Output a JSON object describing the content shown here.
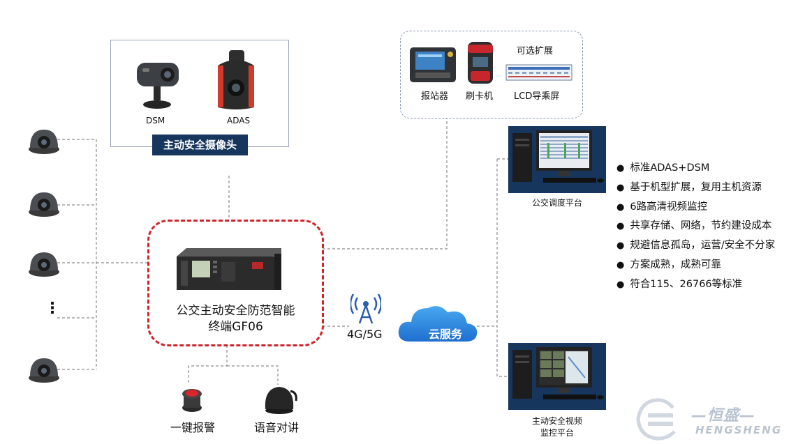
{
  "camera_group": {
    "title": "主动安全摄像头",
    "dsm_label": "DSM",
    "adas_label": "ADAS"
  },
  "optional": {
    "title": "可选扩展",
    "station_label": "报站器",
    "card_label": "刷卡机",
    "lcd_label": "LCD导乘屏"
  },
  "terminal": {
    "line1": "公交主动安全防范智能",
    "line2": "终端GF06"
  },
  "network": {
    "signal_label": "4G/5G",
    "cloud_label": "云服务"
  },
  "platforms": {
    "dispatch": "公交调度平台",
    "video_line1": "主动安全视频",
    "video_line2": "监控平台"
  },
  "features": [
    "标准ADAS+DSM",
    "基于机型扩展，复用主机资源",
    "6路高清视频监控",
    "共享存储、网络，节约建设成本",
    "规避信息孤岛，运营/安全不分家",
    "方案成熟，成熟可靠",
    "符合115、26766等标准"
  ],
  "peripherals": {
    "alarm_label": "一键报警",
    "intercom_label": "语音对讲"
  },
  "ellipsis": "⋮",
  "watermark": {
    "chinese": "—恒盛—",
    "english": "HENGSHENG"
  },
  "colors": {
    "navy": "#17365d",
    "red_dash": "#d2232a",
    "cloud": "#2a8be0",
    "line": "#8c8c8c"
  }
}
